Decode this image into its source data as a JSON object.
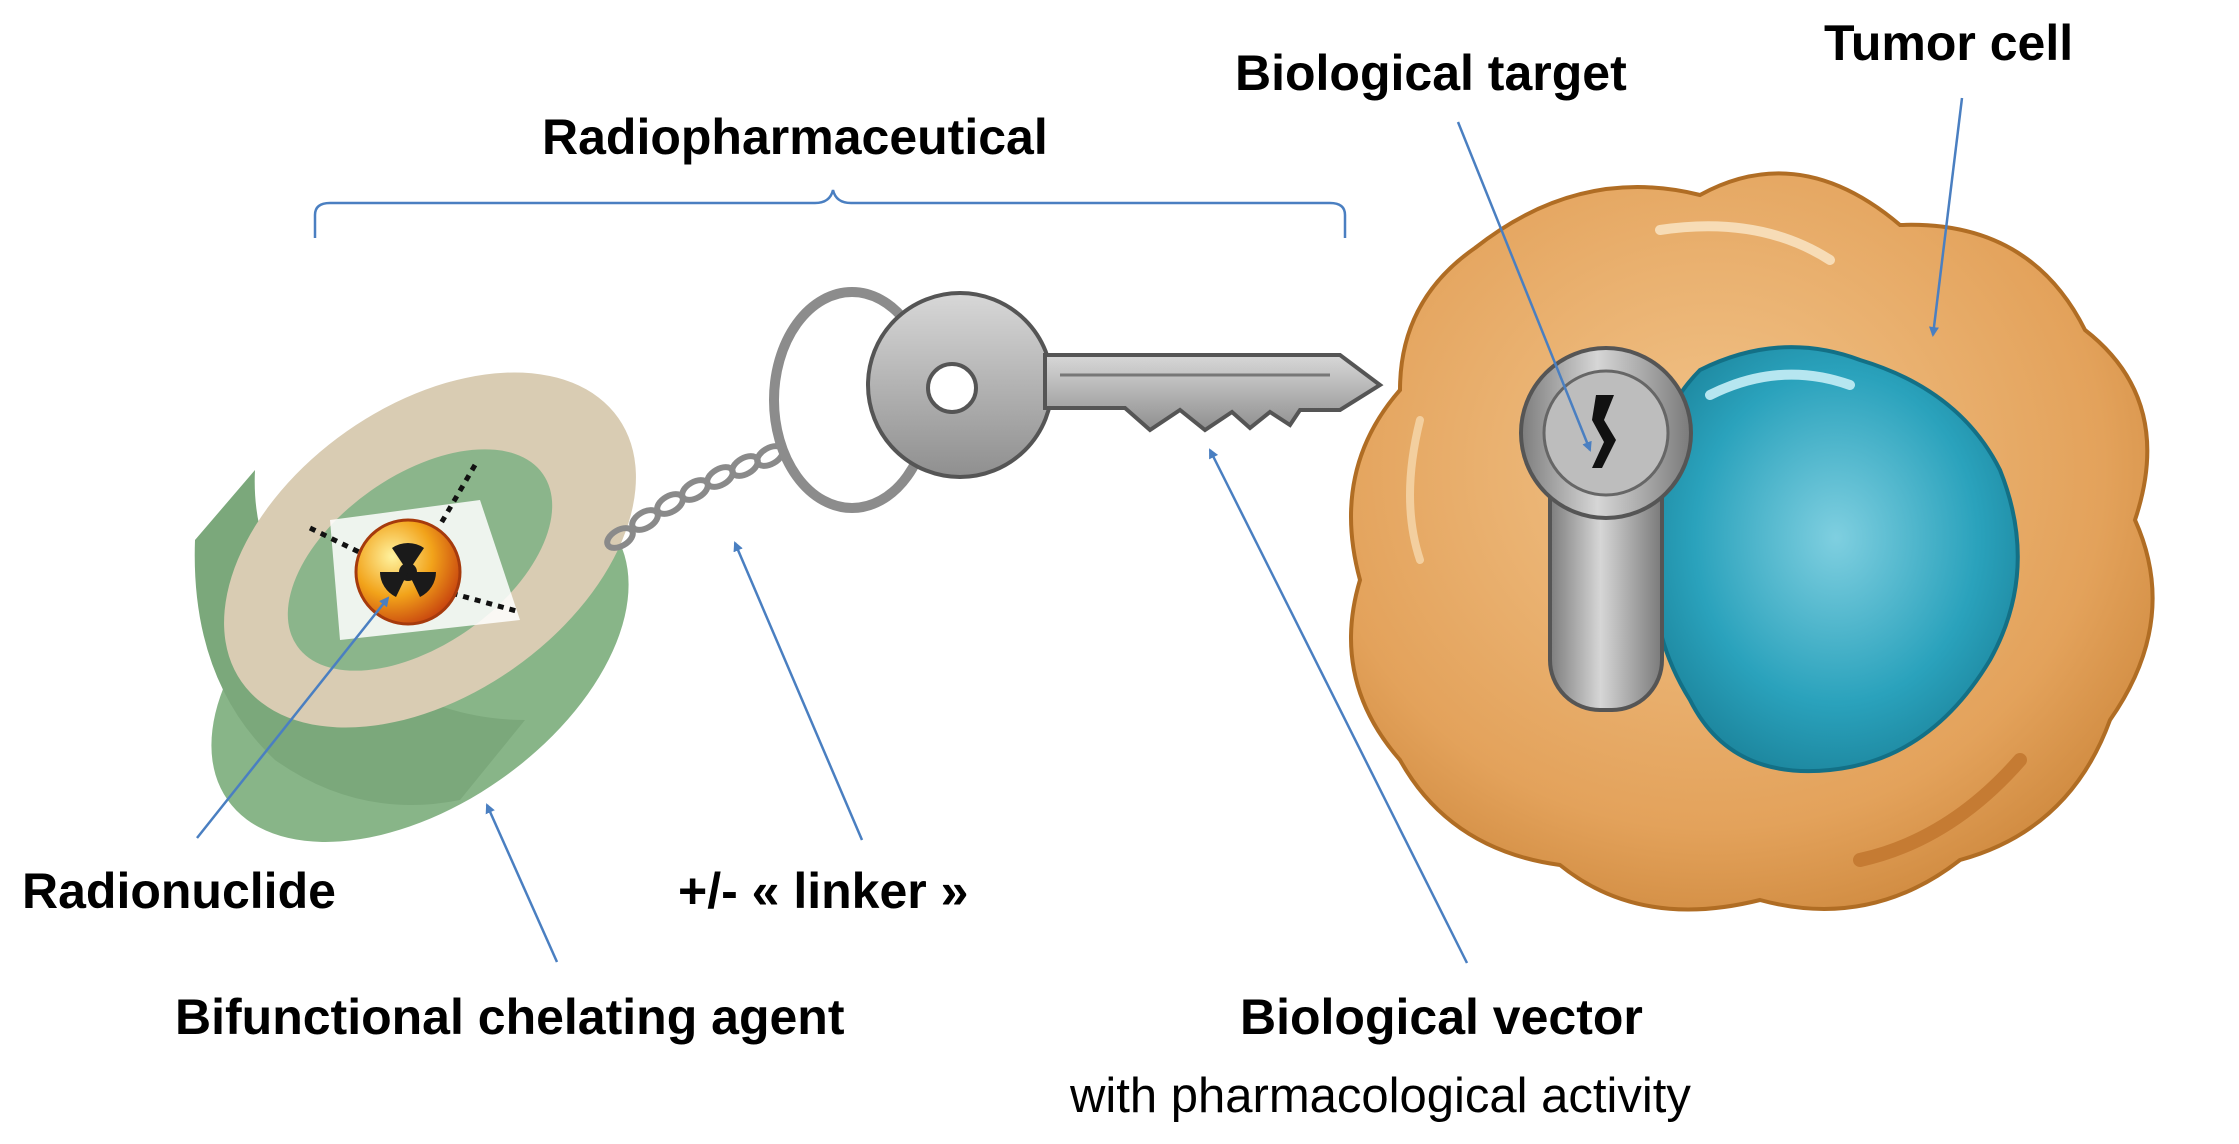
{
  "labels": {
    "radiopharmaceutical": "Radiopharmaceutical",
    "biological_target": "Biological target",
    "tumor_cell": "Tumor cell",
    "radionuclide": "Radionuclide",
    "linker": "+/- « linker »",
    "chelating_agent": "Bifunctional chelating agent",
    "biological_vector": "Biological vector",
    "vector_subtitle": "with pharmacological activity"
  },
  "colors": {
    "arrow": "#4a7fc1",
    "bracket": "#4a7fc1",
    "chelator_green": "#8fb98f",
    "chelator_ring": "#d9ccb3",
    "cell_orange": "#e7a862",
    "nucleus_blue": "#2a9fb8",
    "key_gray": "#b8b8b8",
    "lock_gray": "#9e9e9e"
  },
  "icons": {
    "radionuclide": "radiation-trefoil-icon",
    "vector": "key-icon",
    "target": "keyhole-lock-icon"
  }
}
